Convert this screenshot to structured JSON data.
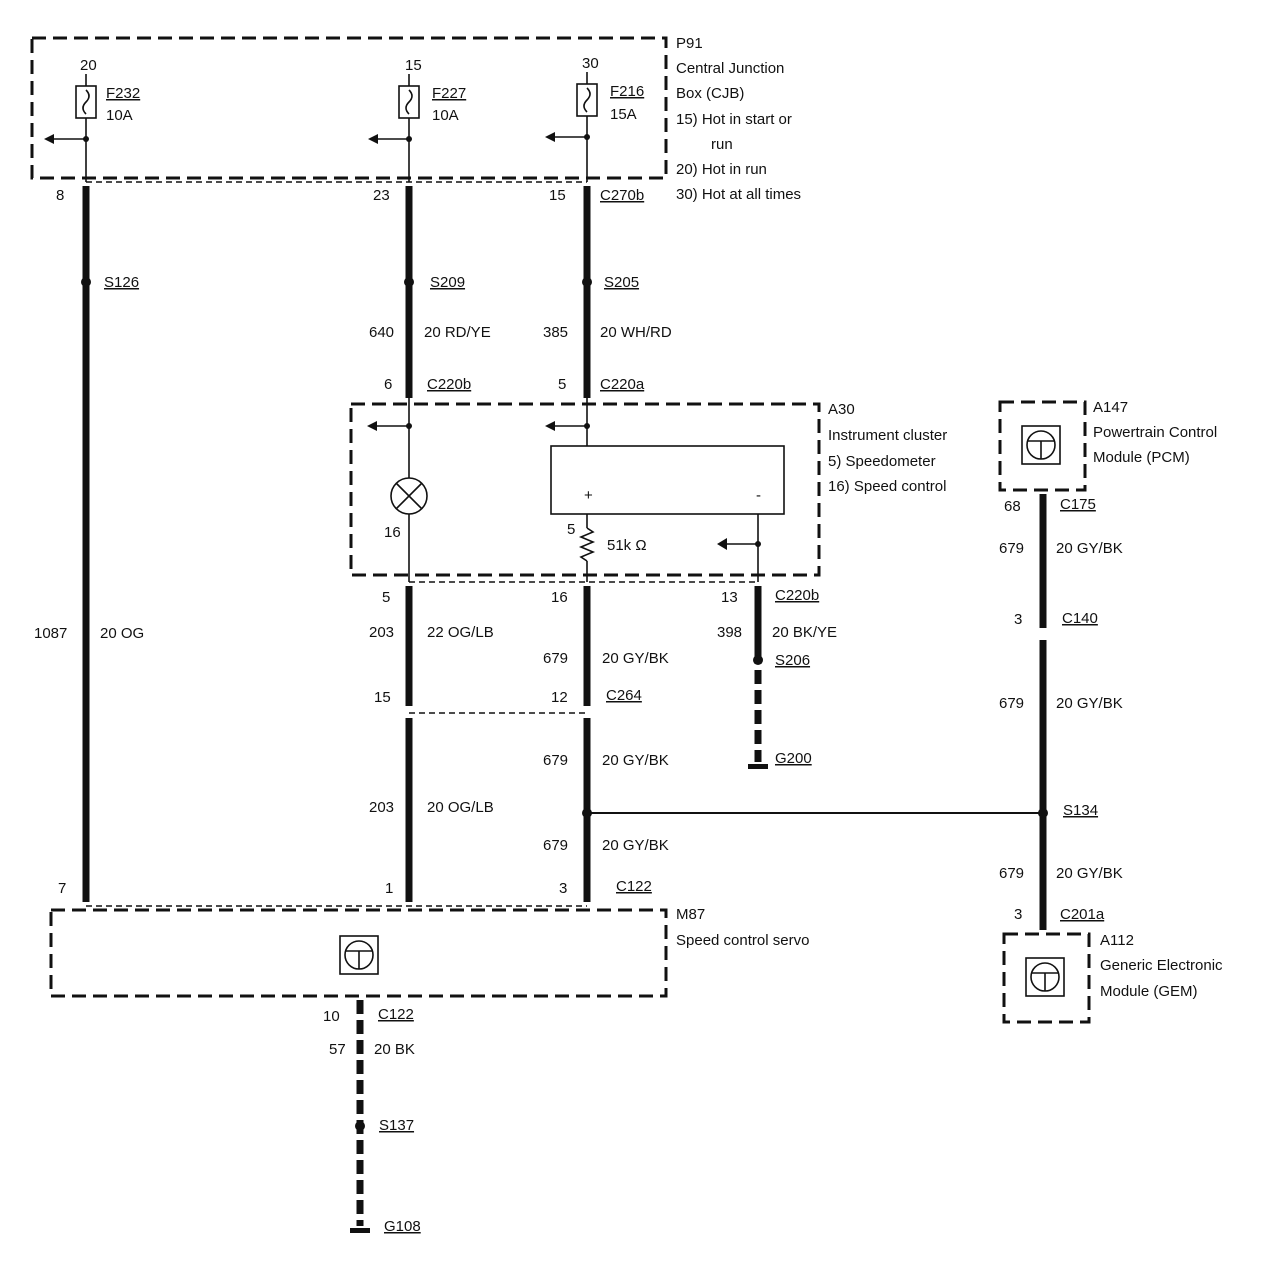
{
  "cjb": {
    "id": "P91",
    "name_line1": "Central Junction",
    "name_line2": "Box (CJB)",
    "note1a": "15)  Hot in start or",
    "note1b": "run",
    "note2": "20)  Hot in run",
    "note3": "30)  Hot at all times",
    "fuse1": {
      "terminal": "20",
      "id": "F232",
      "rating": "10A"
    },
    "fuse2": {
      "terminal": "15",
      "id": "F227",
      "rating": "10A"
    },
    "fuse3": {
      "terminal": "30",
      "id": "F216",
      "rating": "15A"
    },
    "connector": "C270b",
    "pin1": "8",
    "pin2": "23",
    "pin3": "15"
  },
  "splices": {
    "s126": "S126",
    "s209": "S209",
    "s205": "S205",
    "s206": "S206",
    "s134": "S134",
    "s137": "S137"
  },
  "wires": {
    "w640_circuit": "640",
    "w640_spec": "20 RD/YE",
    "w385_circuit": "385",
    "w385_spec": "20 WH/RD",
    "w1087_circuit": "1087",
    "w1087_spec": "20 OG",
    "w203a_circuit": "203",
    "w203a_spec": "22 OG/LB",
    "w679a_circuit": "679",
    "w679a_spec": "20 GY/BK",
    "w398_circuit": "398",
    "w398_spec": "20 BK/YE",
    "w203b_circuit": "203",
    "w203b_spec": "20 OG/LB",
    "w679b_circuit": "679",
    "w679b_spec": "20 GY/BK",
    "w679c_circuit": "679",
    "w679c_spec": "20 GY/BK",
    "w679d_circuit": "679",
    "w679d_spec": "20 GY/BK",
    "w679e_circuit": "679",
    "w679e_spec": "20 GY/BK",
    "w679f_circuit": "679",
    "w679f_spec": "20 GY/BK",
    "w57_circuit": "57",
    "w57_spec": "20 BK"
  },
  "cluster": {
    "id": "A30",
    "name": "Instrument cluster",
    "note1": "5)      Speedometer",
    "note2": "16)   Speed control",
    "conn_a": "C220a",
    "conn_b": "C220b",
    "pin_6": "6",
    "pin_5": "5",
    "lamp_pin": "16",
    "resistor_pin": "5",
    "resistor_value": "51k Ω",
    "plus": "+",
    "minus": "-",
    "out_pin5": "5",
    "out_pin16": "16",
    "out_pin13": "13",
    "out_conn": "C220b"
  },
  "c264": {
    "id": "C264",
    "pin15": "15",
    "pin12": "12"
  },
  "grounds": {
    "g200": "G200",
    "g108": "G108"
  },
  "pcm": {
    "id": "A147",
    "name_line1": "Powertrain Control",
    "name_line2": "Module (PCM)",
    "conn": "C175",
    "pin": "68",
    "c140": "C140",
    "c140_pin": "3"
  },
  "servo": {
    "id": "M87",
    "name": "Speed control servo",
    "conn": "C122",
    "pin7": "7",
    "pin1": "1",
    "pin3": "3",
    "out_conn": "C122",
    "out_pin": "10"
  },
  "gem": {
    "id": "A112",
    "name_line1": "Generic Electronic",
    "name_line2": "Module (GEM)",
    "conn": "C201a",
    "pin": "3"
  }
}
